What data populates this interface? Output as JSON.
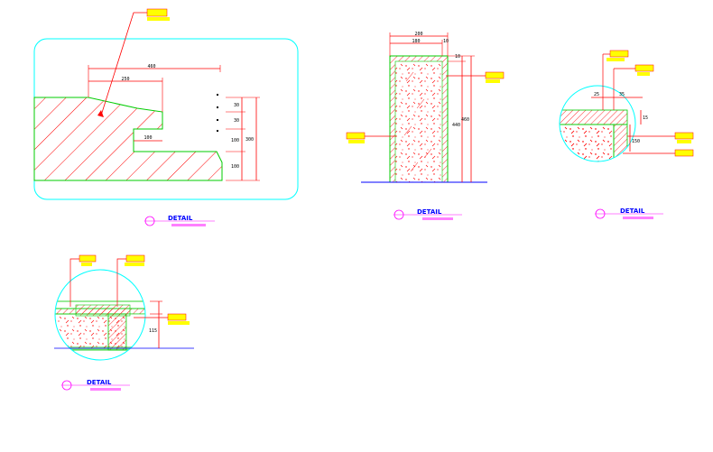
{
  "colors": {
    "outline": "#00ffff",
    "hatch": "#ff0000",
    "edge": "#00cc00",
    "dimension": "#ff0000",
    "tag_fill": "#ffff00",
    "base_line": "#0000ff",
    "text": "#000000"
  },
  "detail_1": {
    "dims": {
      "overall": "460",
      "step": "250",
      "notch": "100",
      "v1": "30",
      "v2": "30",
      "v3": "100",
      "v4": "100",
      "v_total": "300"
    },
    "title": "DETAIL"
  },
  "detail_2": {
    "dims": {
      "width": "200",
      "inner": "180",
      "edge": "10",
      "top": "10",
      "h_inner": "440",
      "h_total": "460"
    },
    "title": "DETAIL"
  },
  "detail_3": {
    "dims": {
      "d1": "25",
      "d2": "35",
      "d3": "15",
      "d4": "150"
    },
    "title": "DETAIL"
  },
  "detail_4": {
    "dims": {
      "d1": "115"
    },
    "title": "DETAIL"
  }
}
